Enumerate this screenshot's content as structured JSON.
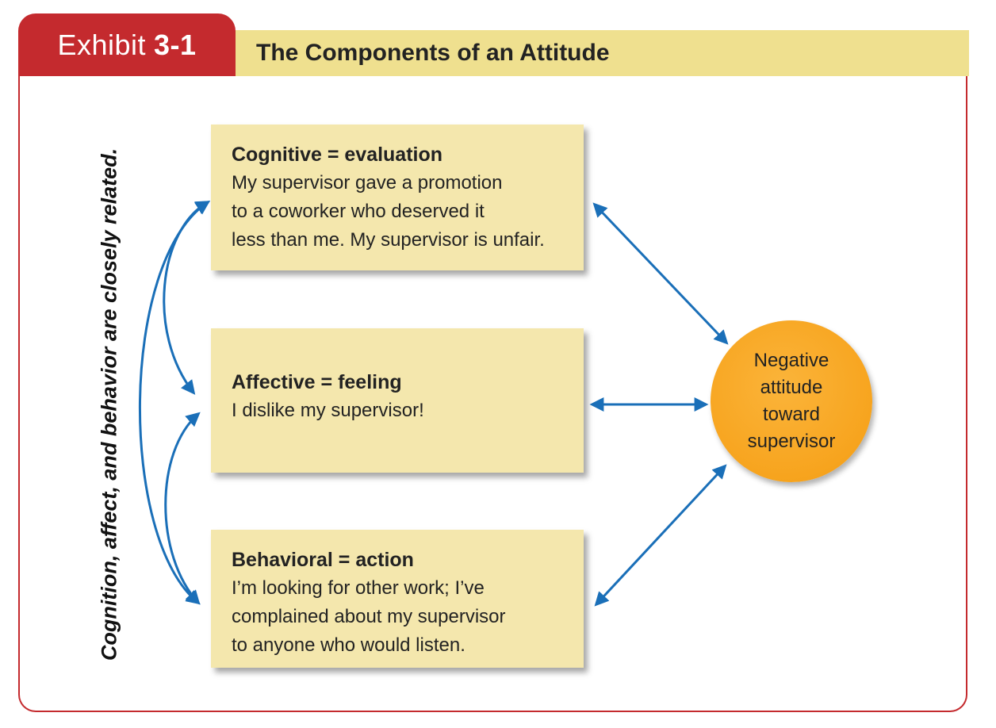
{
  "exhibit": {
    "label": "Exhibit",
    "number": "3-1"
  },
  "title": "The Components of an Attitude",
  "side_label": "Cognition, affect, and behavior are closely related.",
  "components": [
    {
      "heading": "Cognitive = evaluation",
      "lines": [
        "My supervisor gave a promotion",
        "to a coworker who deserved it",
        "less than me. My supervisor is unfair."
      ]
    },
    {
      "heading": "Affective = feeling",
      "lines": [
        "I dislike my supervisor!"
      ]
    },
    {
      "heading": "Behavioral = action",
      "lines": [
        "I’m looking for other work; I’ve",
        "complained about my supervisor",
        "to anyone who would listen."
      ]
    }
  ],
  "outcome": {
    "lines": [
      "Negative",
      "attitude",
      "toward",
      "supervisor"
    ]
  },
  "colors": {
    "accent_red": "#c42a2e",
    "title_band": "#efe08f",
    "box_fill": "#f4e7ad",
    "outcome_fill": "#f7a41e",
    "arrow": "#1a6fb8"
  }
}
